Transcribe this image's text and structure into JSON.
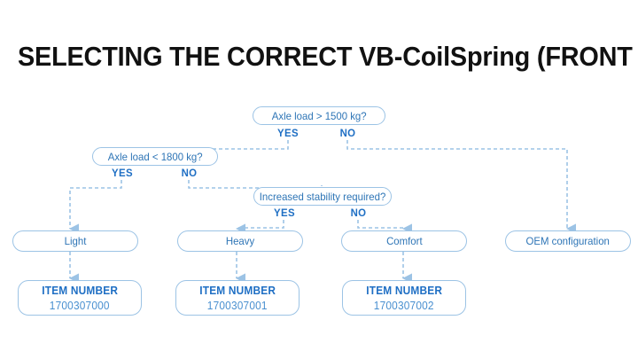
{
  "page": {
    "title": "SELECTING THE CORRECT VB-CoilSpring (FRONT AXLE)",
    "background_color": "#ffffff",
    "accent_color": "#2e75b6",
    "line_color": "#9cc3e5",
    "label_color": "#1f6fc4"
  },
  "decisions": [
    {
      "id": "axle-load-1500",
      "question": "Axle load > 1500 kg?",
      "yes_label": "YES",
      "no_label": "NO"
    },
    {
      "id": "axle-load-1800",
      "question": "Axle load < 1800 kg?",
      "yes_label": "YES",
      "no_label": "NO"
    },
    {
      "id": "increased-stability",
      "question": "Increased stability required?",
      "yes_label": "YES",
      "no_label": "NO"
    }
  ],
  "outcomes": [
    {
      "id": "light",
      "label": "Light"
    },
    {
      "id": "heavy",
      "label": "Heavy"
    },
    {
      "id": "comfort",
      "label": "Comfort"
    },
    {
      "id": "oem",
      "label": "OEM configuration"
    }
  ],
  "items": [
    {
      "id": "item-light",
      "title": "ITEM NUMBER",
      "number": "1700307000"
    },
    {
      "id": "item-heavy",
      "title": "ITEM NUMBER",
      "number": "1700307001"
    },
    {
      "id": "item-comfort",
      "title": "ITEM NUMBER",
      "number": "1700307002"
    }
  ]
}
